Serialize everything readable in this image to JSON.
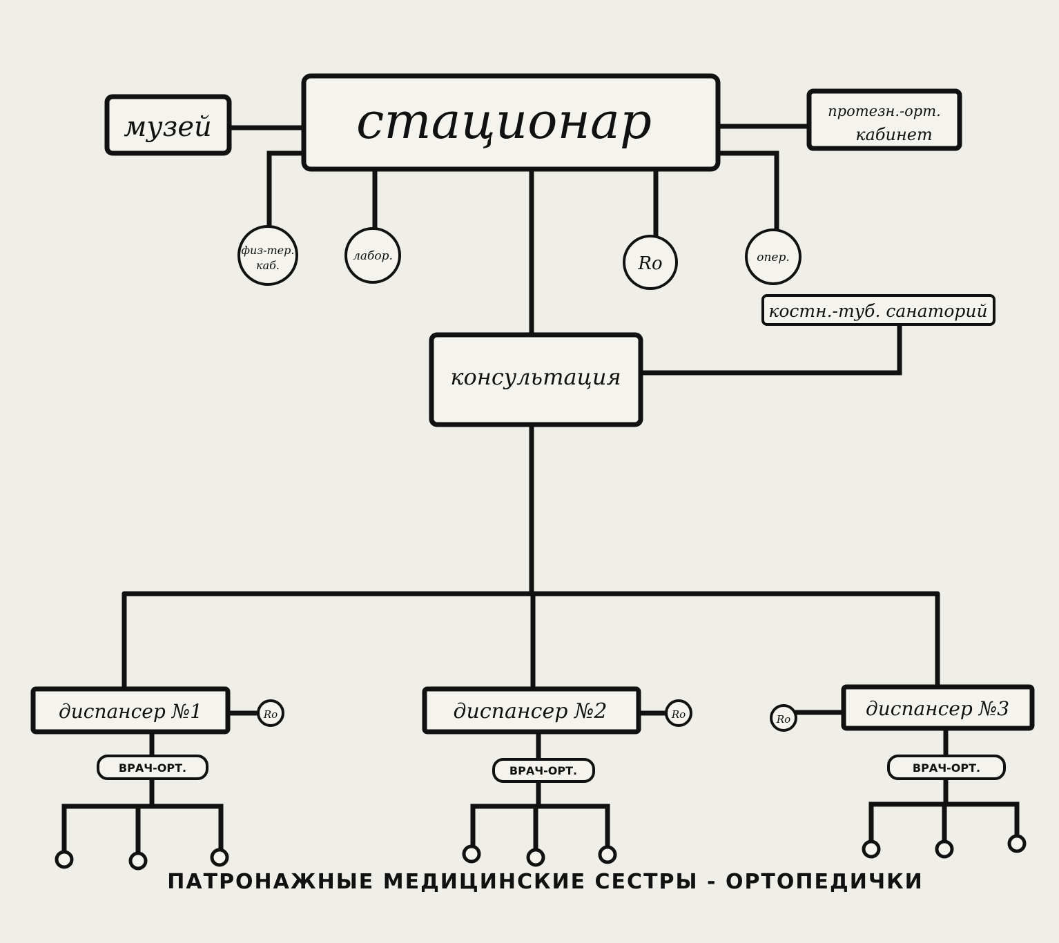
{
  "main": {
    "label": "стационар"
  },
  "museum": {
    "label": "музей"
  },
  "prosthetic": {
    "line1": "протезн.-орт.",
    "line2": "кабинет"
  },
  "circles": {
    "physio_1": "физ-тер.",
    "physio_2": "каб.",
    "lab": "лабор.",
    "xray": "Ro",
    "operating": "опер."
  },
  "sanatorium": {
    "label": "костн.-туб. санаторий"
  },
  "consultation": {
    "label": "консультация"
  },
  "dispensaries": [
    {
      "label": "диспансер №1",
      "xray": "Ro",
      "doctor": "ВРАЧ-ОРТ."
    },
    {
      "label": "диспансер №2",
      "xray": "Ro",
      "doctor": "ВРАЧ-ОРТ."
    },
    {
      "label": "диспансер №3",
      "xray": "Ro",
      "doctor": "ВРАЧ-ОРТ."
    }
  ],
  "footer": {
    "label": "ПАТРОНАЖНЫЕ МЕДИЦИНСКИЕ СЕСТРЫ - ОРТОПЕДИЧКИ"
  }
}
